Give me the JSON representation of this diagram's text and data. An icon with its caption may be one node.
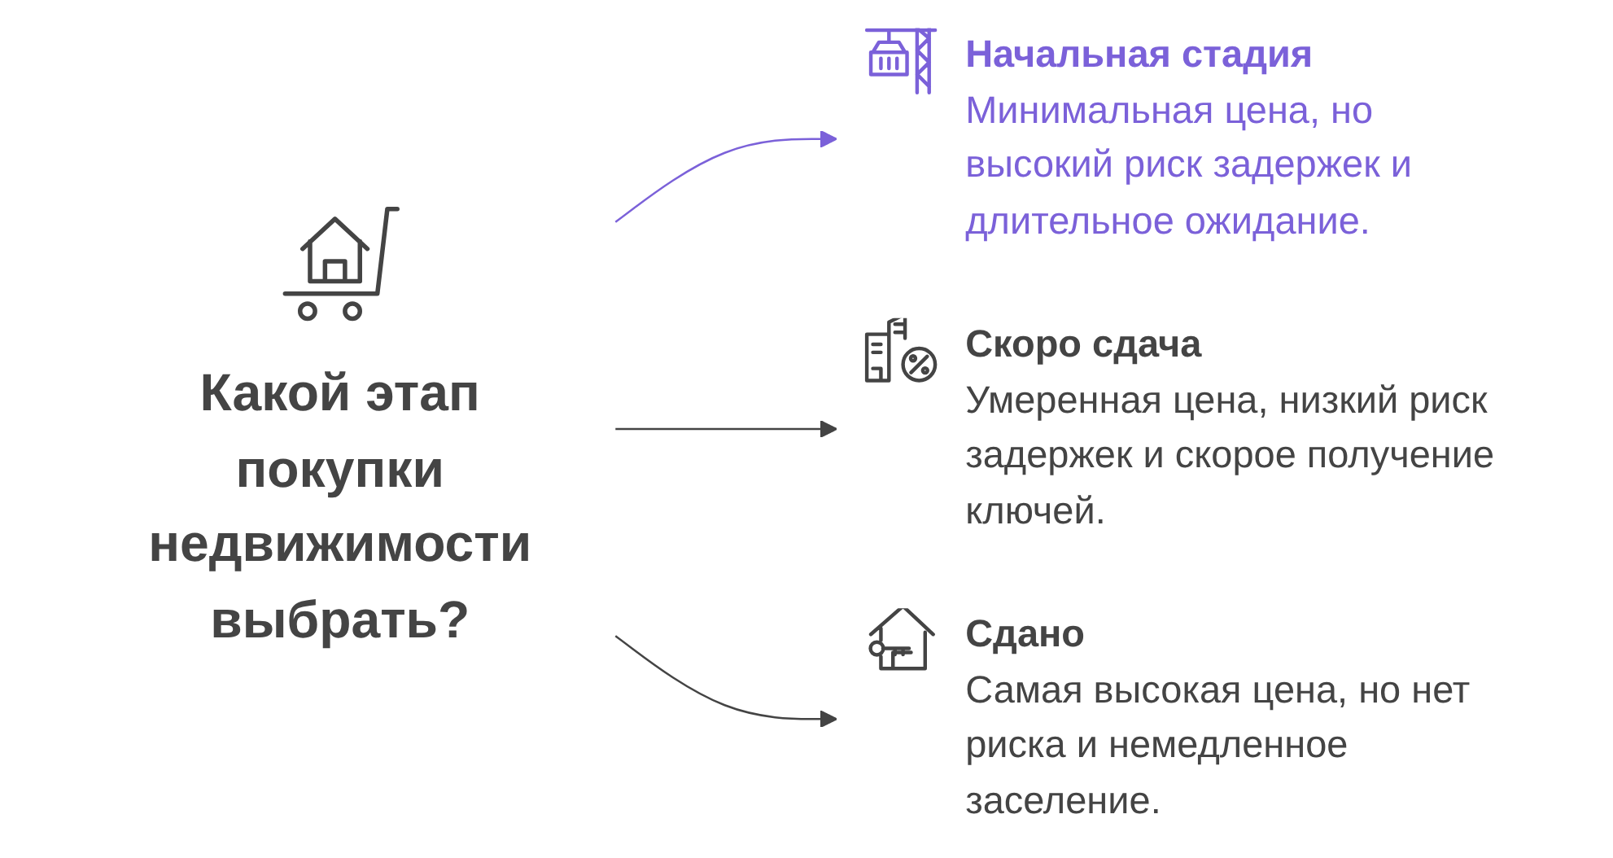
{
  "diagram": {
    "nodes": [
      {
        "text": [
          "Какой этап покупки недвижимости выбрать?"
        ]
      },
      {
        "text": [
          "Начальная стадия",
          "Минимальная цена, но высокий риск задержек и длительное ожидание."
        ]
      },
      {
        "text": [
          "Скоро сдача",
          "Умеренная цена, низкий риск задержек и скорое получение ключей."
        ]
      },
      {
        "text": [
          "Сдано",
          "Самая высокая цена, но нет риска и немедленное заселение."
        ]
      }
    ],
    "edges": [
      {
        "from": 0,
        "to": 1,
        "arrow": "to",
        "color": "#7b61d9"
      },
      {
        "from": 0,
        "to": 2,
        "arrow": "to"
      },
      {
        "from": 0,
        "to": 3,
        "arrow": "to"
      }
    ]
  }
}
